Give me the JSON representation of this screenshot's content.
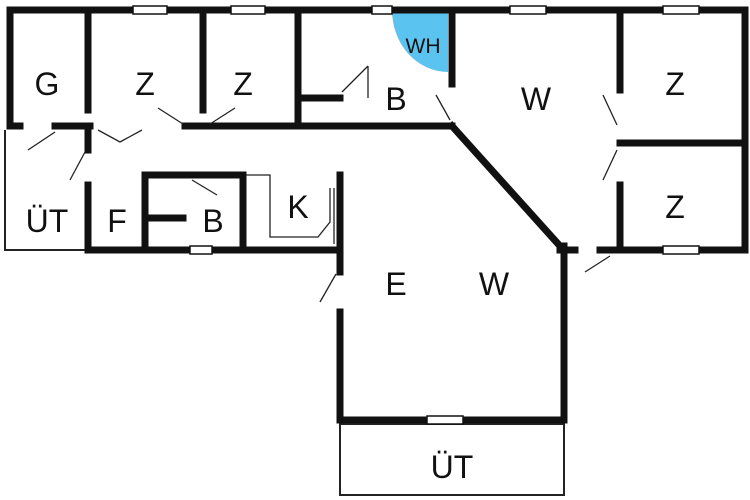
{
  "colors": {
    "wall": "#111111",
    "thin_line": "#222222",
    "water_heater": "#5bc3ef",
    "background": "#ffffff"
  },
  "rooms": {
    "garage": "G",
    "bedroom_1": "Z",
    "bedroom_2": "Z",
    "bathroom_main": "B",
    "water_heater": "WH",
    "living_top": "W",
    "bedroom_3": "Z",
    "bedroom_4": "Z",
    "utility_left": "ÜT",
    "hall": "F",
    "bathroom_small": "B",
    "kitchen": "K",
    "dining": "E",
    "living_main": "W",
    "terrace": "ÜT"
  }
}
